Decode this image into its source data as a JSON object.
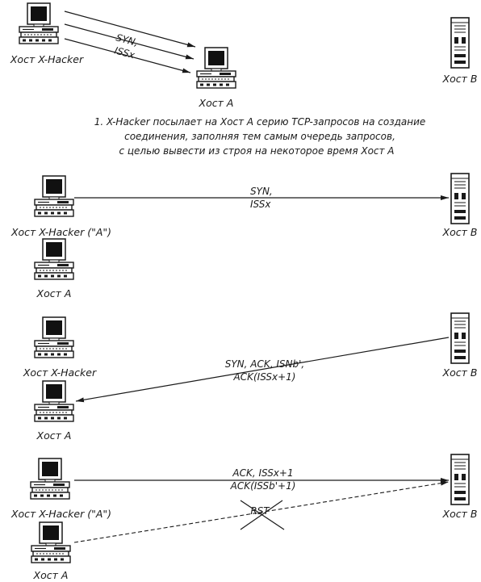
{
  "colors": {
    "line": "#1a1a1a",
    "screen": "#111111",
    "paper": "#ffffff"
  },
  "icons": {
    "workstation": "desktop-computer-icon",
    "server": "server-tower-icon"
  },
  "scene1": {
    "hacker": "Хост X-Hacker",
    "host_a": "Хост А",
    "host_b": "Хост В",
    "edge_label": [
      "SYN,",
      "ISSx"
    ],
    "caption": [
      "1. X-Hacker посылает на Хост А серию TCP-запросов на создание",
      "соединения, заполняя тем самым очередь запросов,",
      "с целью вывести из строя на некоторое время Хост А"
    ]
  },
  "scene2": {
    "hacker": "Хост X-Hacker (\"А\")",
    "host_a": "Хост А",
    "host_b": "Хост В",
    "edge_label": [
      "SYN,",
      "ISSx"
    ]
  },
  "scene3": {
    "hacker": "Хост X-Hacker",
    "host_a": "Хост А",
    "host_b": "Хост В",
    "edge_label": [
      "SYN, ACK, ISNb',",
      "ACK(ISSx+1)"
    ]
  },
  "scene4": {
    "hacker": "Хост X-Hacker (\"А\")",
    "host_a": "Хост А",
    "host_b": "Хост В",
    "edge_label": [
      "ACK, ISSx+1",
      "ACK(ISSb'+1)"
    ],
    "rst_label": "RST"
  }
}
